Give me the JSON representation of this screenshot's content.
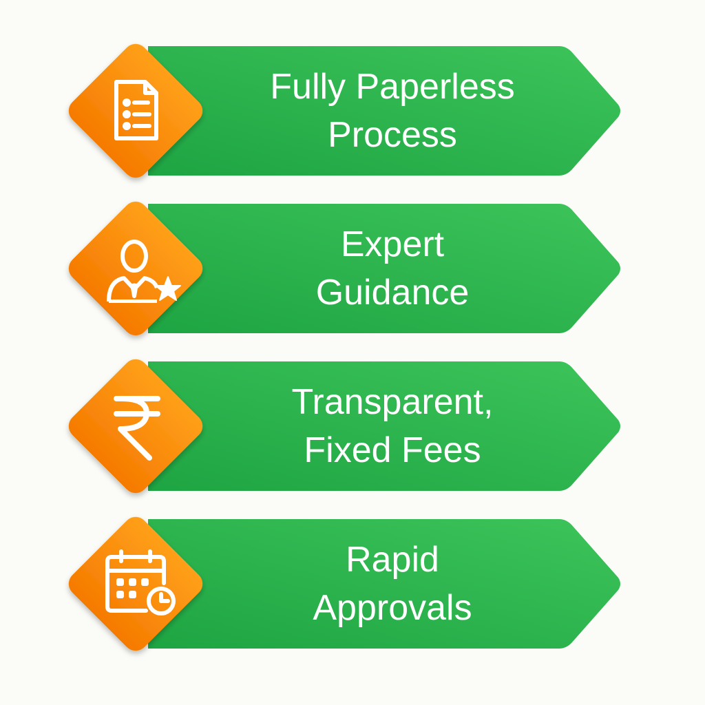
{
  "colors": {
    "green_start": "#1ea543",
    "green_end": "#3dc45a",
    "orange_top": "#ffa01a",
    "orange_bottom": "#f57a00"
  },
  "items": [
    {
      "line1": "Fully Paperless",
      "line2": "Process",
      "icon": "document-list-icon"
    },
    {
      "line1": "Expert",
      "line2": "Guidance",
      "icon": "expert-star-icon"
    },
    {
      "line1": "Transparent,",
      "line2": "Fixed Fees",
      "icon": "rupee-icon"
    },
    {
      "line1": "Rapid",
      "line2": "Approvals",
      "icon": "calendar-clock-icon"
    }
  ]
}
